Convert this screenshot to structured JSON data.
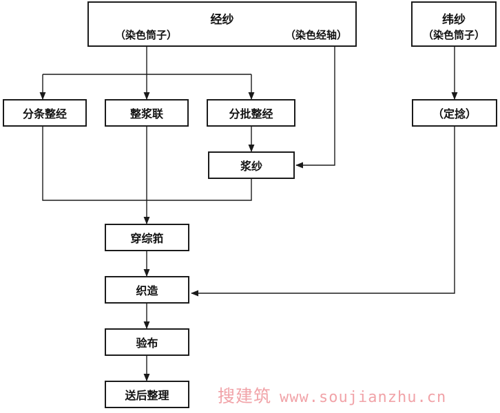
{
  "nodes": {
    "warp": {
      "label": "经纱",
      "sub_left": "（染色筒子）",
      "sub_right": "（染色经轴）"
    },
    "weft": {
      "label": "纬纱",
      "sub": "（染色筒子）"
    },
    "sectional": {
      "label": "分条整经"
    },
    "ball_warp": {
      "label": "整浆联"
    },
    "beam_warp": {
      "label": "分批整经"
    },
    "twist_set": {
      "label": "（定捻）"
    },
    "sizing": {
      "label": "浆纱"
    },
    "drawing_in": {
      "label": "穿综筘"
    },
    "weaving": {
      "label": "织造"
    },
    "inspection": {
      "label": "验布"
    },
    "finishing": {
      "label": "送后整理"
    }
  },
  "watermark": {
    "text": "搜建筑",
    "url": "www.soujianzhu.cn"
  }
}
